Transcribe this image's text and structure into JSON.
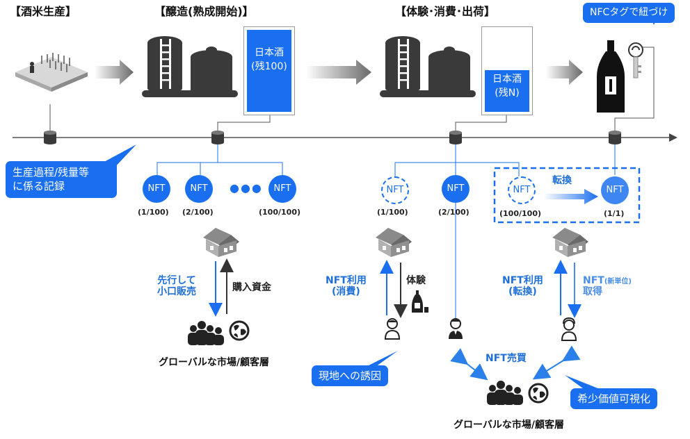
{
  "headers": {
    "rice": "【酒米生産】",
    "brewing": "【醸造(熟成開始)】",
    "experience": "【体験･消費･出荷】"
  },
  "sake_full": {
    "label": "日本酒",
    "remain": "(残100)",
    "fill_fraction": 1.0
  },
  "sake_partial": {
    "label": "日本酒",
    "remain": "(残N)",
    "fill_fraction": 0.4
  },
  "nfc_callout": "NFCタグで紐づけ",
  "record_callout": {
    "line1": "生産過程/残量等",
    "line2": "に係る記録"
  },
  "nft_label": "NFT",
  "dots": "●●●",
  "group1": {
    "counts": [
      "(1/100)",
      "(2/100)",
      "(100/100)"
    ],
    "presale": {
      "line1": "先行して",
      "line2": "小口販売"
    },
    "funding": "購入資金",
    "market": "グローバルな市場/顧客層"
  },
  "group2": {
    "counts": [
      "(1/100)",
      "(2/100)"
    ],
    "use": {
      "line1": "NFT利用",
      "line2": "(消費)"
    },
    "experience": "体験",
    "local_callout": "現地への誘因",
    "trade": "NFT売買",
    "rarity_callout": "希少価値可視化",
    "market": "グローバルな市場/顧客層"
  },
  "group3": {
    "counts": [
      "(100/100)",
      "(1/1)"
    ],
    "convert": "転換",
    "use": {
      "line1": "NFT利用",
      "line2": "(転換)"
    },
    "acquire": {
      "line1a": "NFT",
      "line1b": "(新単位)",
      "line2": "取得"
    }
  },
  "colors": {
    "accent": "#1a6ff0",
    "text_blue": "#1f6fd8",
    "dark": "#3a3a3a"
  }
}
